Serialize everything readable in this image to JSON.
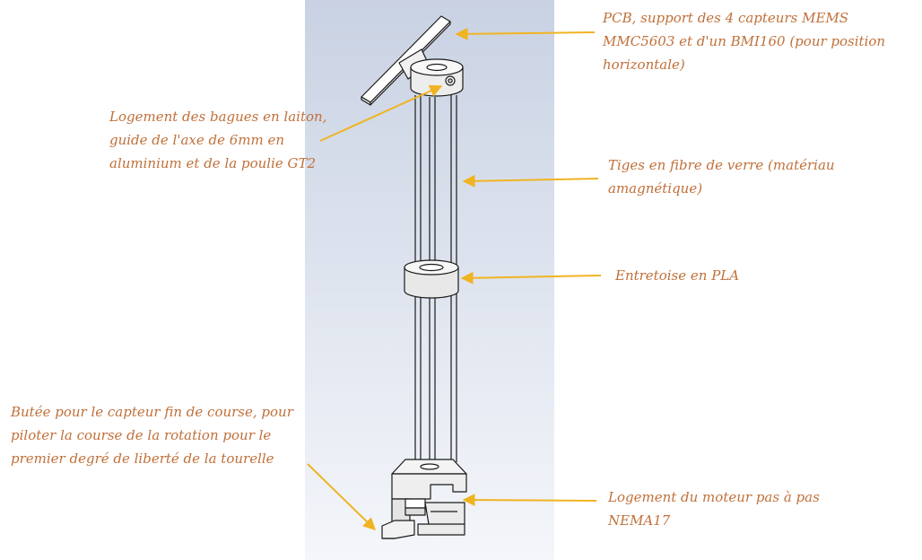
{
  "diagram": {
    "background_color": "#ffffff",
    "viewport_gradient": [
      "#c9d2e3",
      "#f4f6fa"
    ],
    "label_color": "#c0703a",
    "arrow_color": "#f0b422",
    "line_color": "#1a1a1a",
    "annotations": [
      {
        "id": "pcb",
        "lines": [
          "PCB, support des 4 capteurs MEMS",
          "MMC5603 et d'un BMI160 (pour position",
          "horizontale)"
        ]
      },
      {
        "id": "bearing-housing",
        "lines": [
          "Logement des bagues en laiton,",
          "guide de l'axe de 6mm en",
          "aluminium et de la poulie GT2"
        ]
      },
      {
        "id": "glass-rods",
        "lines": [
          "Tiges en fibre de verre (matériau",
          "amagnétique)"
        ]
      },
      {
        "id": "spacer",
        "lines": [
          "Entretoise en PLA"
        ]
      },
      {
        "id": "end-stop",
        "lines": [
          "Butée pour le capteur fin de course, pour",
          "piloter la course de la rotation pour le",
          "premier degré de liberté de la tourelle"
        ]
      },
      {
        "id": "motor-housing",
        "lines": [
          "Logement du moteur pas à pas",
          "NEMA17"
        ]
      }
    ]
  }
}
